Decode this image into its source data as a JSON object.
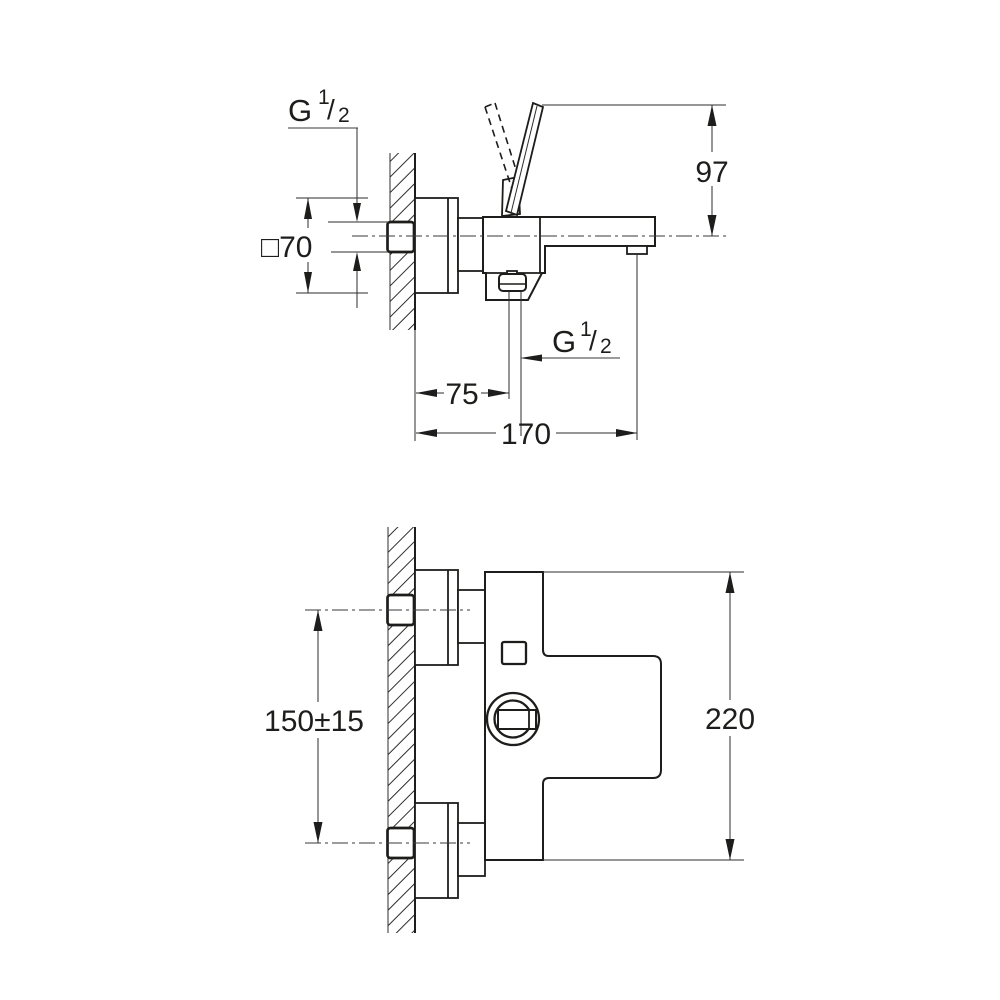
{
  "drawing": {
    "colors": {
      "line": "#1d1d1b",
      "background": "#ffffff"
    },
    "side_view": {
      "thread_wall_label": {
        "base": "G",
        "sup": "1",
        "slash": "/",
        "sub": "2"
      },
      "flange_dim": "□70",
      "height_dim": "97",
      "outlet_thread_label": {
        "base": "G",
        "sup": "1",
        "slash": "/",
        "sub": "2"
      },
      "outlet_offset_dim": "75",
      "projection_dim": "170"
    },
    "front_view": {
      "spacing_dim": "150±15",
      "height_dim": "220"
    }
  }
}
